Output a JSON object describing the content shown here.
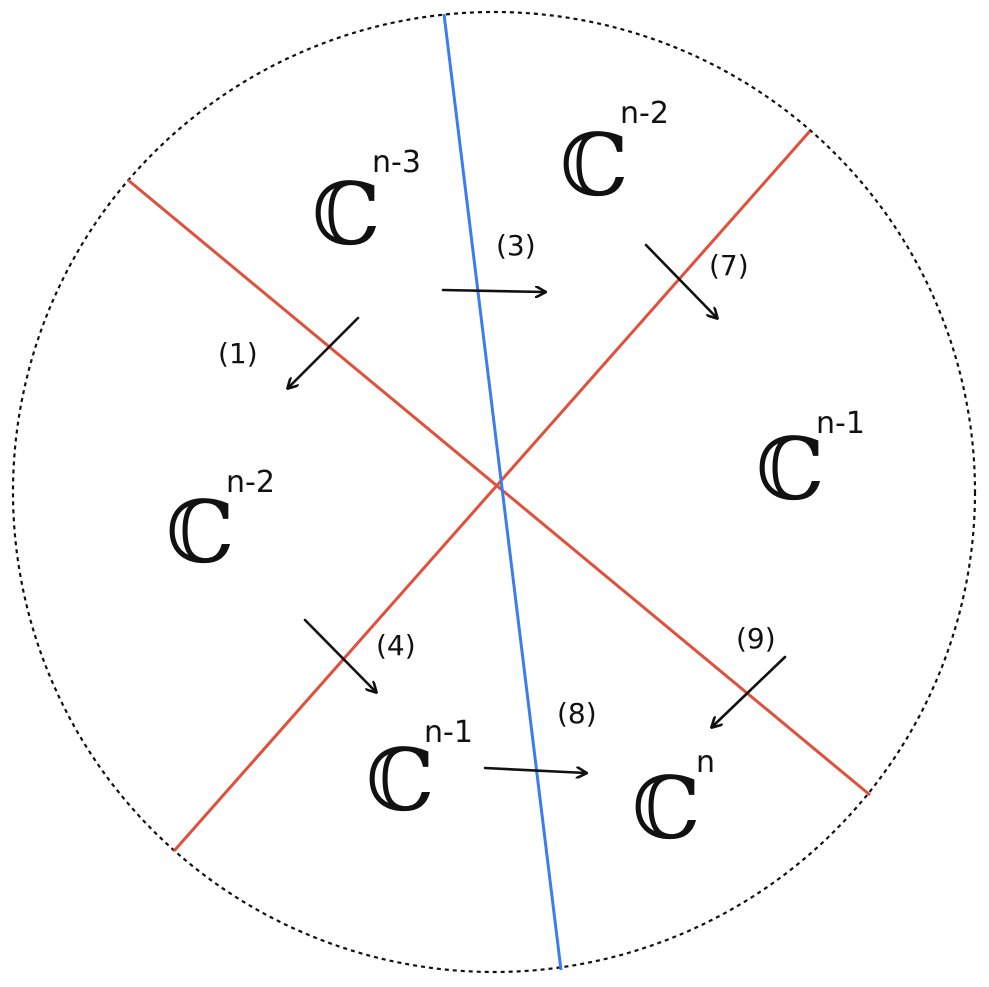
{
  "colors": {
    "boundary": "#111111",
    "red_line": "#e0503a",
    "blue_line": "#3b7ded",
    "ink": "#111111"
  },
  "regions": [
    {
      "id": "top-left",
      "base": "ℂ",
      "exp": "n-3"
    },
    {
      "id": "top-right",
      "base": "ℂ",
      "exp": "n-2"
    },
    {
      "id": "left",
      "base": "ℂ",
      "exp": "n-2"
    },
    {
      "id": "right",
      "base": "ℂ",
      "exp": "n-1"
    },
    {
      "id": "bottom-left",
      "base": "ℂ",
      "exp": "n-1"
    },
    {
      "id": "bottom-right",
      "base": "ℂ",
      "exp": "n"
    }
  ],
  "maps": [
    {
      "id": "1",
      "label": "(1)"
    },
    {
      "id": "3",
      "label": "(3)"
    },
    {
      "id": "7",
      "label": "(7)"
    },
    {
      "id": "4",
      "label": "(4)"
    },
    {
      "id": "8",
      "label": "(8)"
    },
    {
      "id": "9",
      "label": "(9)"
    }
  ]
}
